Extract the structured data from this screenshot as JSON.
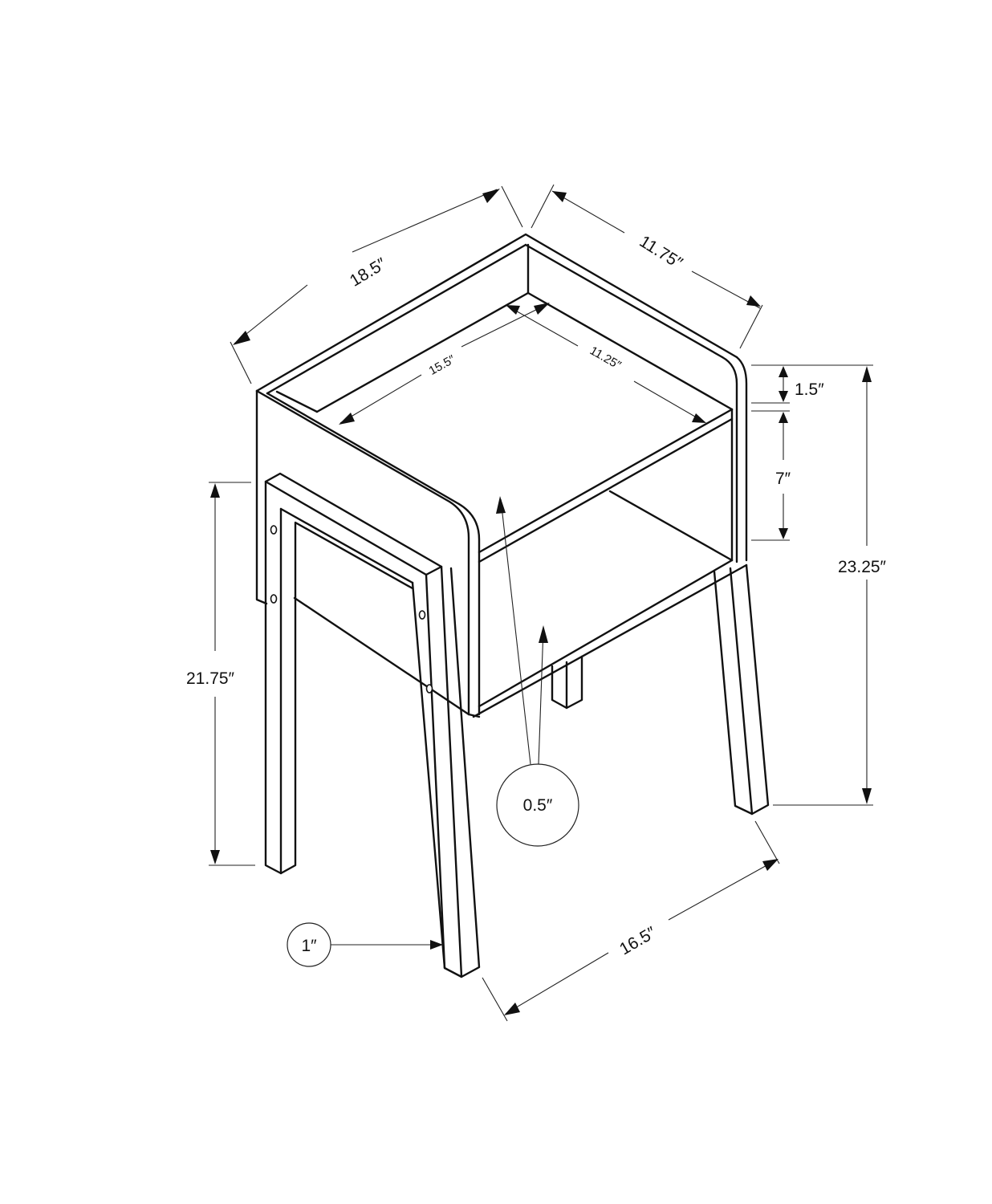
{
  "diagram": {
    "subject": "accent side table with open top tray, middle shelf and slanted legs",
    "line_color": "#111111",
    "background": "#ffffff"
  },
  "dimensions": {
    "overall_width": "18.5″",
    "overall_depth": "11.75″",
    "inner_width": "15.5″",
    "inner_depth": "11.25″",
    "top_lip_height": "1.5″",
    "shelf_clearance": "7″",
    "overall_height": "23.25″",
    "leg_frame_height": "21.75″",
    "panel_thickness": "0.5″",
    "leg_thickness": "1″",
    "leg_span": "16.5″"
  }
}
